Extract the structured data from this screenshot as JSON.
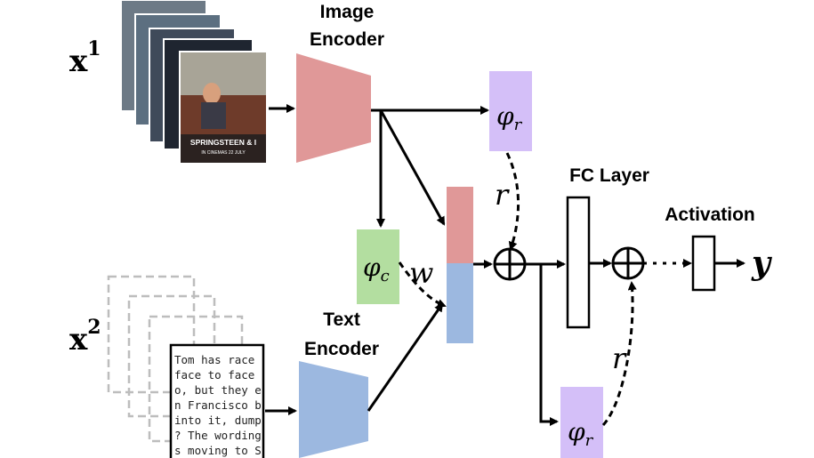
{
  "labels": {
    "x1_base": "x",
    "x1_sup": "1",
    "x2_base": "x",
    "x2_sup": "2",
    "image_encoder_line1": "Image",
    "image_encoder_line2": "Encoder",
    "text_encoder_line1": "Text",
    "text_encoder_line2": "Encoder",
    "fc_layer": "FC Layer",
    "activation": "Activation",
    "phi": "φ",
    "phi_r_sub": "r",
    "phi_c_sub": "c",
    "r": "r",
    "w": "w",
    "y": "y"
  },
  "poster": {
    "title": "SPRINGSTEEN & I",
    "subtitle": "IN CINEMAS 22 JULY"
  },
  "text_document_lines": [
    "Tom has race",
    " face to face f",
    "o, but they esc",
    "n Francisco b",
    "into it, dumpin",
    "? The wording",
    "s moving to S"
  ],
  "colors": {
    "image_encoder": "#e09898",
    "text_encoder": "#9cb8e0",
    "phi_r": "#d4bff8",
    "phi_c": "#b3dea0",
    "concat_top": "#e09898",
    "concat_bottom": "#9cb8e0"
  }
}
